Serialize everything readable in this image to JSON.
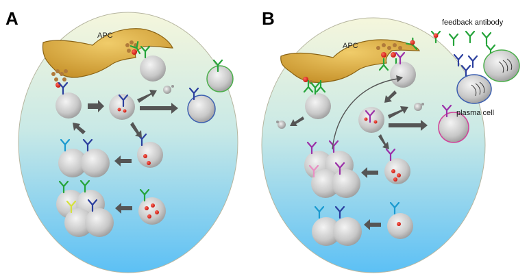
{
  "panels": {
    "a": {
      "letter": "A",
      "apc_label": "APC"
    },
    "b": {
      "letter": "B",
      "apc_label": "APC",
      "feedback_label": "feedback antibody",
      "plasma_label": "plasma cell"
    }
  },
  "colors": {
    "bg_top": "#f3f5df",
    "bg_bottom": "#6cc6f4",
    "apc_fill": "#d9a73e",
    "apc_stroke": "#8a6314",
    "cell_light": "#efefef",
    "cell_dark": "#9a9a9a",
    "arrow": "#555555",
    "antigen": "#e0211b",
    "ab_blue": "#2b3f9e",
    "ab_green": "#25a43a",
    "ab_cyan": "#1a9ad0",
    "ab_yellow": "#d6e23b",
    "ab_purple": "#9b2fa8",
    "ab_pink": "#e98fc3",
    "plasma_rim_green": "#4caf4c",
    "plasma_rim_blue": "#3b5fb0",
    "plasma_rim_pink": "#d0459a"
  }
}
